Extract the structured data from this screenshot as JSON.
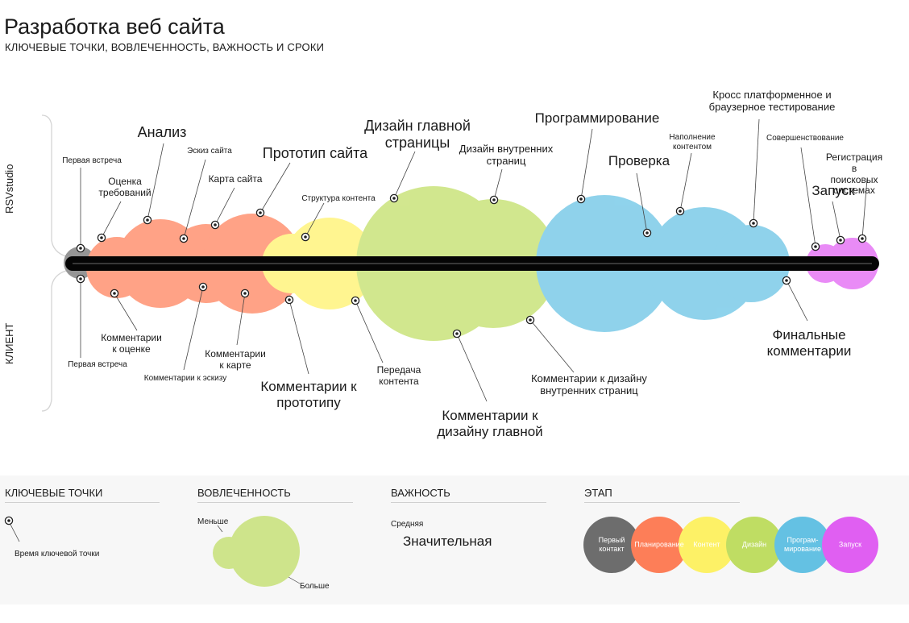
{
  "title": "Разработка веб сайта",
  "subtitle": "КЛЮЧЕВЫЕ ТОЧКИ, ВОВЛЕЧЕННОСТЬ, ВАЖНОСТЬ И СРОКИ",
  "colors": {
    "first_contact": "#555555",
    "planning": "#ff6a3d",
    "content": "#fff04d",
    "design": "#b6d94a",
    "programming": "#4bb8e0",
    "launch": "#dc45f2"
  },
  "side_labels": {
    "top": "RSVstudio",
    "bottom": "КЛИЕНТ"
  },
  "studio_points": {
    "first_meeting": "Первая встреча",
    "requirements": "Оценка\nтребований",
    "analysis": "Анализ",
    "sketch": "Эскиз сайта",
    "sitemap": "Карта сайта",
    "prototype": "Прототип сайта",
    "content_structure": "Структура контента",
    "main_design": "Дизайн главной\nстраницы",
    "inner_design": "Дизайн внутренних\nстраниц",
    "programming": "Программирование",
    "testing_check": "Проверка",
    "content_fill": "Наполнение\nконтентом",
    "crossbrowser": "Кросс платформенное и\nбраузерное тестирование",
    "improvement": "Совершенствование",
    "seo": "Регистрация в\nпоисковых системах",
    "launch": "Запуск"
  },
  "client_points": {
    "first_meeting": "Первая встреча",
    "req_comments": "Комментарии\nк оценке",
    "sketch_comments": "Комментарии к эскизу",
    "map_comments": "Комментарии\nк карте",
    "proto_comments": "Комментарии к\nпрототипу",
    "content_transfer": "Передача\nконтента",
    "main_design_comments": "Комментарии к\nдизайну главной",
    "inner_design_comments": "Комментарии к дизайну\nвнутренних страниц",
    "final_comments": "Финальные\nкомментарии"
  },
  "legend": {
    "key_points": {
      "heading": "КЛЮЧЕВЫЕ ТОЧКИ",
      "caption": "Время ключевой точки"
    },
    "involvement": {
      "heading": "ВОВЛЕЧЕННОСТЬ",
      "less": "Меньше",
      "more": "Больше"
    },
    "importance": {
      "heading": "ВАЖНОСТЬ",
      "medium": "Средняя",
      "significant": "Значительная"
    },
    "stage": {
      "heading": "ЭТАП",
      "phases": [
        {
          "label": "Первый\nконтакт",
          "color": "#555555"
        },
        {
          "label": "Планирование",
          "color": "#ff6a3d"
        },
        {
          "label": "Контент",
          "color": "#fff04d"
        },
        {
          "label": "Дизайн",
          "color": "#b6d94a"
        },
        {
          "label": "Програм-\nмирование",
          "color": "#4bb8e0"
        },
        {
          "label": "Запуск",
          "color": "#dc45f2"
        }
      ]
    }
  }
}
